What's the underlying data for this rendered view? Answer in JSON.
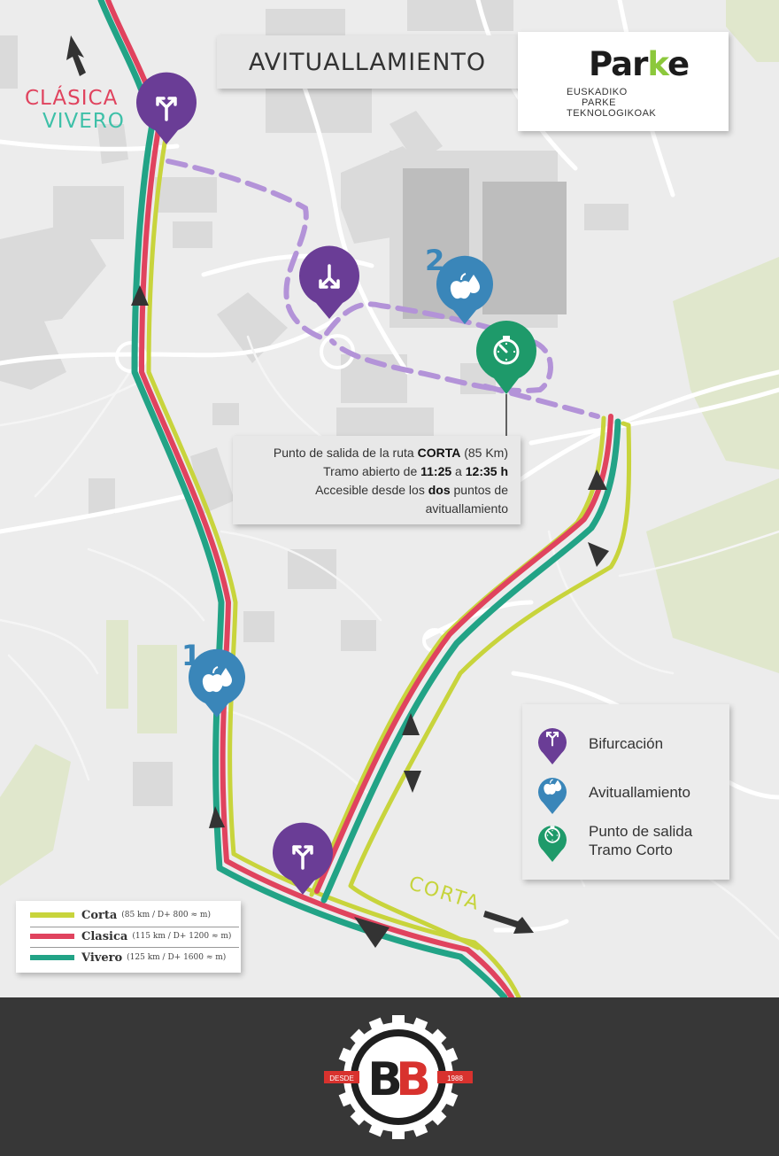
{
  "title": "AVITUALLAMIENTO",
  "logo": {
    "word_part1": "Par",
    "word_part2": "k",
    "word_part3": "e",
    "line1": "EUSKADIKO",
    "line2": "PARKE",
    "line3": "TEKNOLOGIKOAK"
  },
  "route_names": {
    "clasica": "CLÁSICA",
    "vivero": "VIVERO",
    "corta": "CORTA"
  },
  "waypoint_numbers": [
    "1",
    "2"
  ],
  "note": {
    "line1_pre": "Punto de salida de la ruta ",
    "line1_bold": "CORTA",
    "line1_post": " (85 Km)",
    "line2_pre": "Tramo abierto de ",
    "line2_bold1": "11:25",
    "line2_mid": " a ",
    "line2_bold2": "12:35 h",
    "line3_pre": "Accesible desde los ",
    "line3_bold": "dos",
    "line3_post": " puntos de",
    "line4": "avituallamiento"
  },
  "route_legend": [
    {
      "name": "Corta",
      "detail": "(85 km / D+ 800 ≈ m)",
      "color": "#c8d43c"
    },
    {
      "name": "Clasica",
      "detail": "(115 km / D+ 1200 ≈ m)",
      "color": "#e0435e"
    },
    {
      "name": "Vivero",
      "detail": "(125 km / D+ 1600 ≈ m)",
      "color": "#22a386"
    }
  ],
  "icon_legend": {
    "bifurcacion": "Bifurcación",
    "avituallamiento": "Avituallamiento",
    "salida_line1": "Punto de salida",
    "salida_line2": "Tramo Corto"
  },
  "footer_badge": {
    "letters_left": "B",
    "letters_right": "B",
    "left_text": "DESDE",
    "right_text": "1988"
  },
  "colors": {
    "corta": "#c8d43c",
    "clasica": "#e0435e",
    "vivero": "#22a386",
    "bifurcacion_pin": "#6a3d96",
    "avituallamiento_pin": "#3a86b9",
    "salida_pin": "#1e9a6a",
    "dashed_link": "#b393d8",
    "footer_bg": "#373737"
  }
}
